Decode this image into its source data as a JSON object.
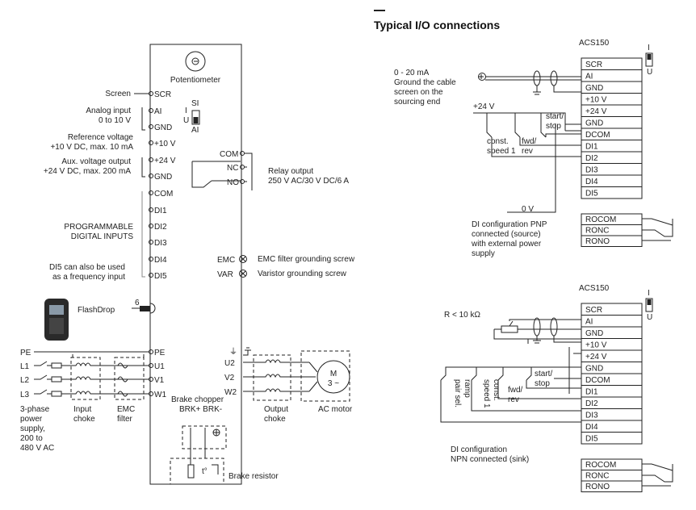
{
  "title": "Typical I/O connections",
  "left": {
    "potentiometer": "Potentiometer",
    "screen_label": "Screen",
    "analog_input": [
      "Analog input",
      "0 to 10 V"
    ],
    "reference_voltage": [
      "Reference voltage",
      "+10 V DC, max. 10 mA"
    ],
    "aux_voltage": [
      "Aux. voltage output",
      "+24 V DC, max. 200 mA"
    ],
    "programmable_inputs": [
      "PROGRAMMABLE",
      "DIGITAL INPUTS"
    ],
    "di5_note": [
      "DI5 can also be used",
      "as a frequency input"
    ],
    "flashdrop": "FlashDrop",
    "flashdrop_num": "6",
    "switch_si": "SI",
    "switch_i": "I",
    "switch_u": "U",
    "switch_ai": "AI",
    "terminals": [
      "SCR",
      "AI",
      "GND",
      "+10 V",
      "+24 V",
      "GND",
      "COM",
      "DI1",
      "DI2",
      "DI3",
      "DI4",
      "DI5"
    ],
    "relay_terms": [
      "COM",
      "NC",
      "NO"
    ],
    "relay_output": [
      "Relay output",
      "250 V AC/30 V DC/6 A"
    ],
    "emc": "EMC",
    "var": "VAR",
    "emc_screw": "EMC filter grounding screw",
    "var_screw": "Varistor grounding screw",
    "power_in": [
      "PE",
      "L1",
      "L2",
      "L3"
    ],
    "power_terms": [
      "PE",
      "U1",
      "V1",
      "W1"
    ],
    "out_terms": [
      "U2",
      "V2",
      "W2"
    ],
    "supply": [
      "3-phase",
      "power",
      "supply,",
      "200 to",
      "480 V AC"
    ],
    "input_choke": [
      "Input",
      "choke"
    ],
    "emc_filter": [
      "EMC",
      "filter"
    ],
    "brake_chopper": [
      "Brake chopper",
      "BRK+ BRK-"
    ],
    "output_choke": [
      "Output",
      "choke"
    ],
    "ac_motor": "AC motor",
    "motor_m": "M",
    "motor_phase": "3 ~",
    "brake_resistor": "Brake resistor",
    "resistor_t": "t°"
  },
  "right_top": {
    "drive": "ACS150",
    "terminals": [
      "SCR",
      "AI",
      "GND",
      "+10 V",
      "+24 V",
      "GND",
      "DCOM",
      "DI1",
      "DI2",
      "DI3",
      "DI4",
      "DI5"
    ],
    "relay": [
      "ROCOM",
      "RONC",
      "RONO"
    ],
    "switch_i": "I",
    "switch_u": "U",
    "note": [
      "0 - 20 mA",
      "Ground the cable",
      "screen on the",
      "sourcing end"
    ],
    "plus24": "+24 V",
    "zero_v": "0 V",
    "start_stop": [
      "start/",
      "stop"
    ],
    "fwd_rev": [
      "fwd/",
      "rev"
    ],
    "const_speed": [
      "const.",
      "speed 1"
    ],
    "config": [
      "DI configuration PNP",
      "connected (source)",
      "with external power",
      "supply"
    ]
  },
  "right_bottom": {
    "drive": "ACS150",
    "terminals": [
      "SCR",
      "AI",
      "GND",
      "+10 V",
      "+24 V",
      "GND",
      "DCOM",
      "DI1",
      "DI2",
      "DI3",
      "DI4",
      "DI5"
    ],
    "relay": [
      "ROCOM",
      "RONC",
      "RONO"
    ],
    "switch_i": "I",
    "switch_u": "U",
    "resistance": "R < 10 kΩ",
    "start_stop": [
      "start/",
      "stop"
    ],
    "fwd_rev": [
      "fwd/",
      "rev"
    ],
    "const_speed": [
      "const.",
      "speed 1"
    ],
    "ramp": [
      "ramp",
      "pair sel."
    ],
    "config": [
      "DI configuration",
      "NPN connected (sink)"
    ]
  }
}
